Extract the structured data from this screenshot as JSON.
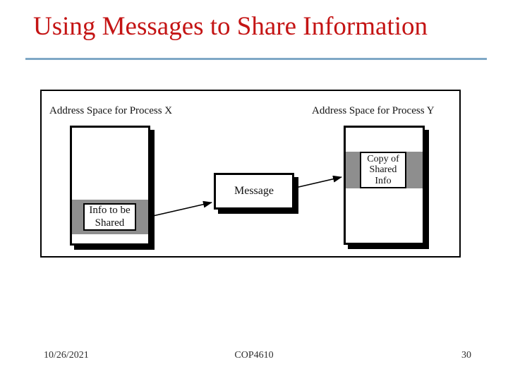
{
  "slide": {
    "title": "Using Messages to Share Information"
  },
  "diagram": {
    "process_x_label": "Address Space for Process X",
    "process_y_label": "Address Space for Process Y",
    "info_box_label": "Info to be\nShared",
    "message_label": "Message",
    "copy_box_label": "Copy of\nShared\nInfo"
  },
  "footer": {
    "date": "10/26/2021",
    "course_code": "COP4610",
    "slide_number": "30"
  },
  "colors": {
    "title_red": "#C41414",
    "rule_blue": "#7FA8C6",
    "band_gray": "#8E8E8E",
    "shadow_black": "#000000"
  }
}
